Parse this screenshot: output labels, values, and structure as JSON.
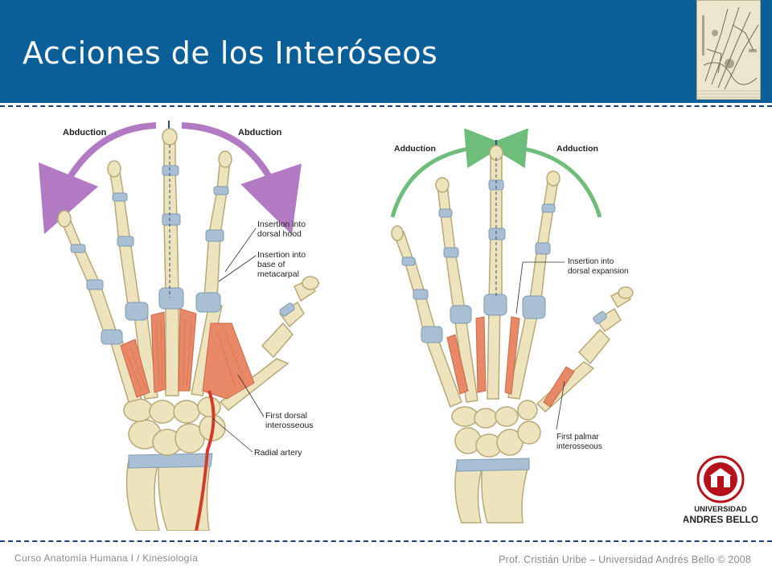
{
  "slide": {
    "title": "Acciones de los Interóseos",
    "footer_left": "Curso Anatomía Humana I / Kinesiología",
    "footer_right": "Prof. Cristián Uribe – Universidad Andrés Bello  © 2008"
  },
  "colors": {
    "header_bg": "#0b5f99",
    "dash": "#1f3f74",
    "abduction_arrow": "#b27ac2",
    "adduction_arrow": "#6fbd7a",
    "muscle": "#e98866",
    "bone": "#ede3bd",
    "cartilage": "#a9c0d4",
    "logo_red": "#b5121b"
  },
  "figure_left": {
    "arrow_left_label": "Abduction",
    "arrow_right_label": "Abduction",
    "callout_1": [
      "Insertion into",
      "dorsal hood"
    ],
    "callout_2": [
      "Insertion into",
      "base of",
      "metacarpal"
    ],
    "callout_3": [
      "First dorsal",
      "interosseous"
    ],
    "callout_4": "Radial artery"
  },
  "figure_right": {
    "arrow_left_label": "Adduction",
    "arrow_right_label": "Adduction",
    "callout_1": [
      "Insertion into",
      "dorsal expansion"
    ],
    "callout_2": [
      "First palmar",
      "interosseous"
    ]
  },
  "logo": {
    "ring_text": "UNIVERSIDAD ANDRES BELLO",
    "line1": "UNIVERSIDAD",
    "line2": "ANDRES BELLO"
  }
}
